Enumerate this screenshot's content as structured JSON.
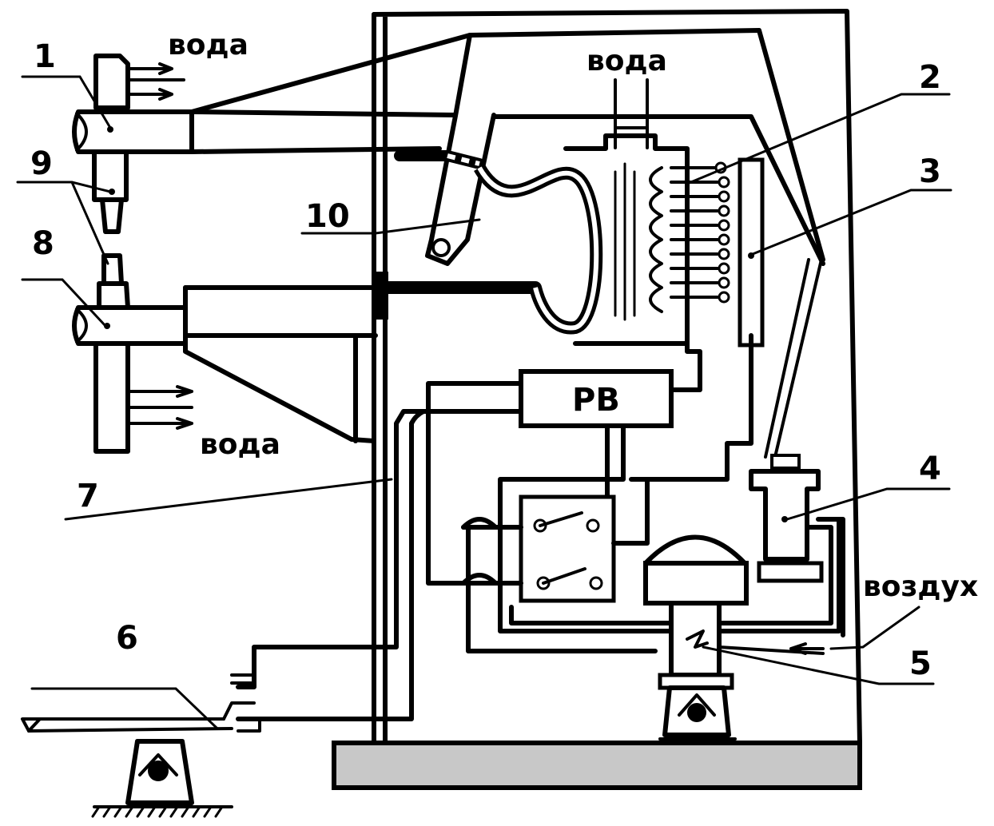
{
  "labels": {
    "n1": "1",
    "n2": "2",
    "n3": "3",
    "n4": "4",
    "n5": "5",
    "n6": "6",
    "n7": "7",
    "n8": "8",
    "n9": "9",
    "n10": "10"
  },
  "words": {
    "water_top_left": "вода",
    "water_top_center": "вода",
    "water_bottom_left": "вода",
    "air": "воздух"
  },
  "relay": {
    "label": "РВ"
  },
  "colors": {
    "line": "#000000",
    "base_fill": "#c8c8c8",
    "background": "#ffffff"
  }
}
